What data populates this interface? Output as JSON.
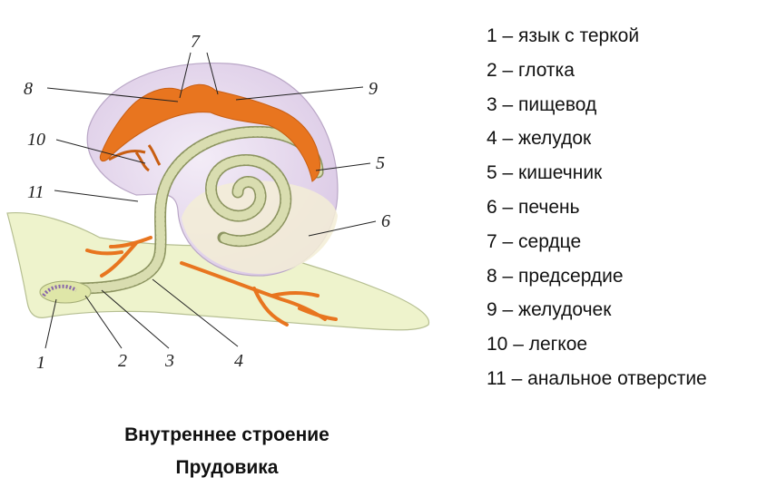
{
  "callout_numbers": [
    "1",
    "2",
    "3",
    "4",
    "5",
    "6",
    "7",
    "8",
    "9",
    "10",
    "11"
  ],
  "legend": [
    "1 – язык с теркой",
    "2 – глотка",
    "3 – пищевод",
    "4 – желудок",
    "5 – кишечник",
    "6 – печень",
    "7 – сердце",
    "8 – предсердие",
    "9 – желудочек",
    "10 – легкое",
    "11 – анальное отверстие"
  ],
  "caption": {
    "line1": "Внутреннее строение",
    "line2": "Прудовика"
  },
  "colors": {
    "shell": "#e9ddf0",
    "body": "#eef3cc",
    "organs": "#e8751f",
    "intestine": "#d9ddb0"
  }
}
